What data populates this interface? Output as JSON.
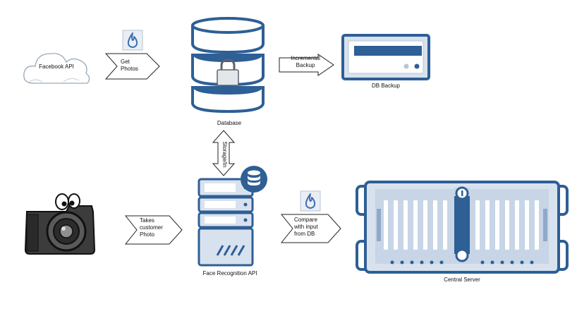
{
  "nodes": {
    "facebook_api": {
      "label": "Facebook API"
    },
    "database": {
      "label": "Database"
    },
    "db_backup": {
      "label": "DB Backup"
    },
    "face_recognition_api": {
      "label": "Face Recognition API"
    },
    "central_server": {
      "label": "Central Server"
    }
  },
  "edges": {
    "get_photos": {
      "line1": "Get",
      "line2": "Photos"
    },
    "incremental_backup": {
      "line1": "Incremental",
      "line2": "Backup"
    },
    "storage_in": {
      "label": "Storage/In"
    },
    "takes_photo": {
      "line1": "Takes",
      "line2": "customer",
      "line3": "Photo"
    },
    "compare": {
      "line1": "Compare",
      "line2": "with input",
      "line3": "from DB"
    }
  },
  "colors": {
    "primary": "#2e5f95",
    "light": "#d8e2ee",
    "mid": "#8fa9c9",
    "firebase": "#3e6fb0"
  }
}
